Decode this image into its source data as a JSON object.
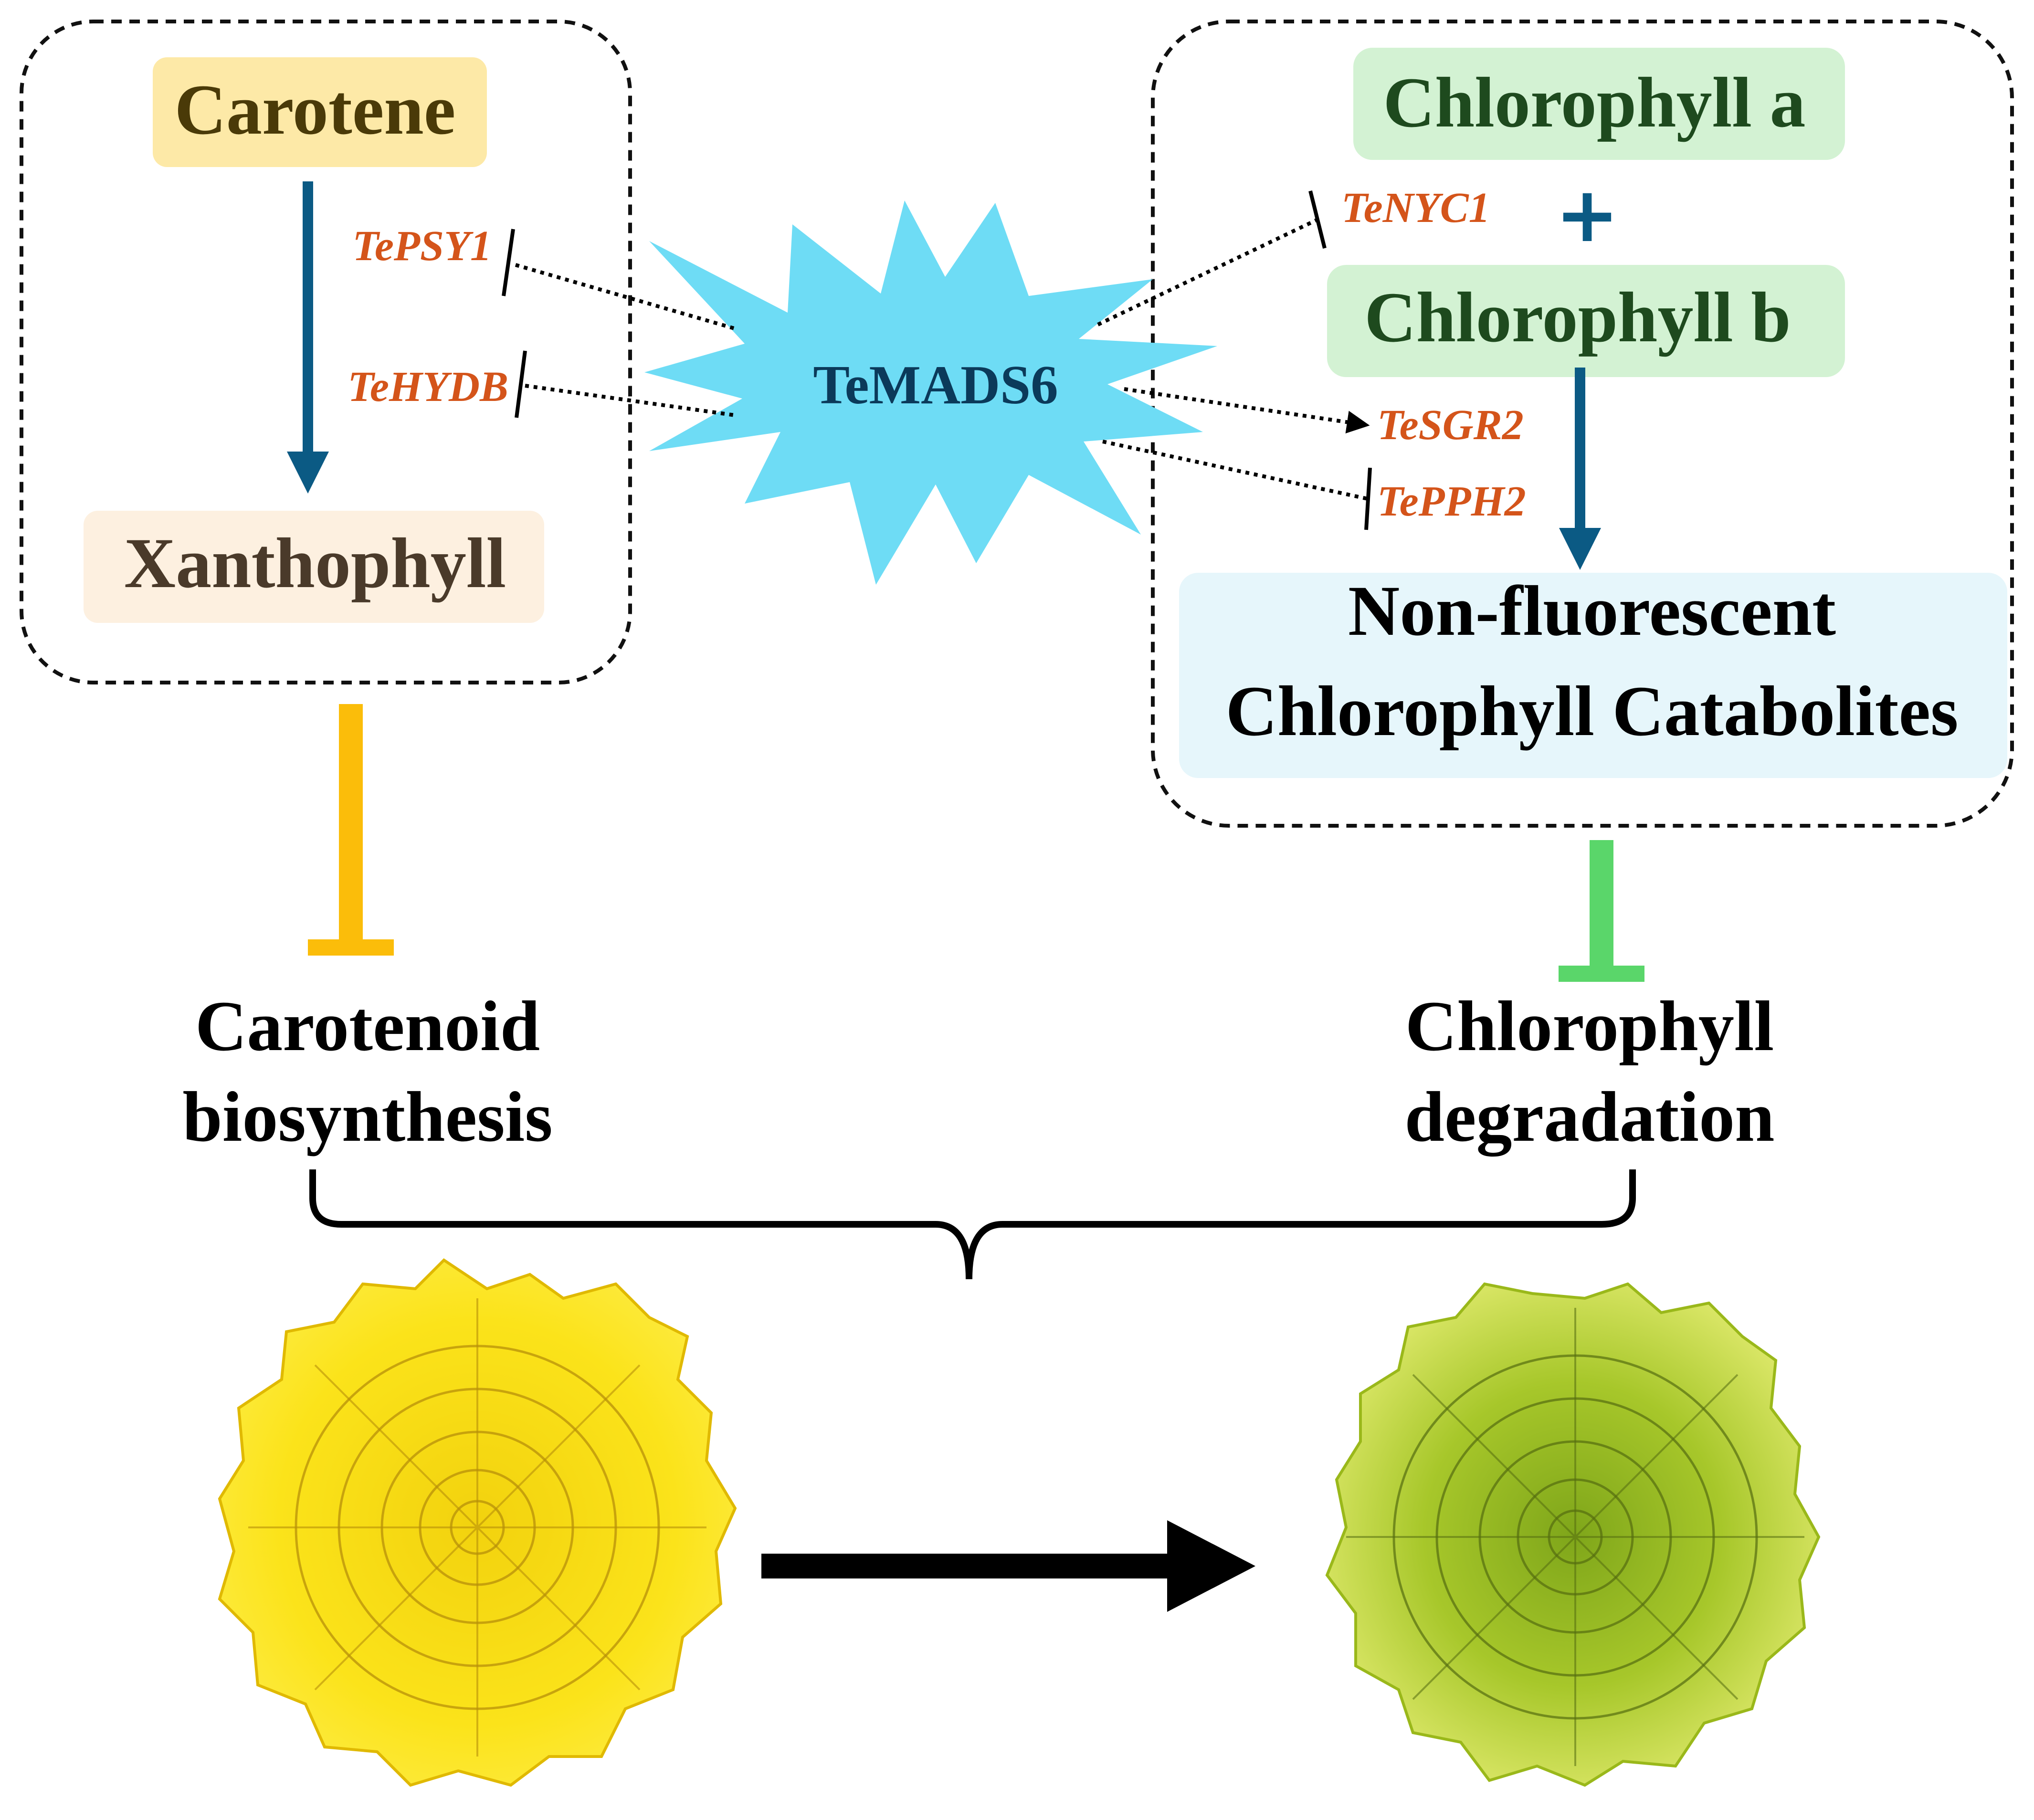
{
  "carotenoid_panel": {
    "carotene": "Carotene",
    "xanthophyll": "Xanthophyll",
    "genes": [
      "TePSY1",
      "TeHYDB"
    ]
  },
  "regulator": {
    "label": "TeMADS6"
  },
  "chlorophyll_panel": {
    "chl_a": "Chlorophyll a",
    "plus": "+",
    "chl_b": "Chlorophyll b",
    "genes": [
      "TeNYC1",
      "TeSGR2",
      "TePPH2"
    ],
    "ncc_line1": "Non-fluorescent",
    "ncc_line2": "Chlorophyll Catabolites"
  },
  "outcomes": {
    "left_line1": "Carotenoid",
    "left_line2": "biosynthesis",
    "right_line1": "Chlorophyll",
    "right_line2": "degradation"
  },
  "colors": {
    "gene_text": "#d4541a",
    "main_arrow": "#0b5a84",
    "star": "#6edcf5",
    "carotene_box": "#fde9a7",
    "xanthophyll_box": "#fdf0e0",
    "chl_box": "#d3f2d3",
    "ncc_box": "#e6f6fb",
    "yellow_bar": "#fbbd0a",
    "green_bar": "#5ad66a",
    "flower_yellow": "#fbe31a",
    "flower_green": "#b9d62a"
  }
}
